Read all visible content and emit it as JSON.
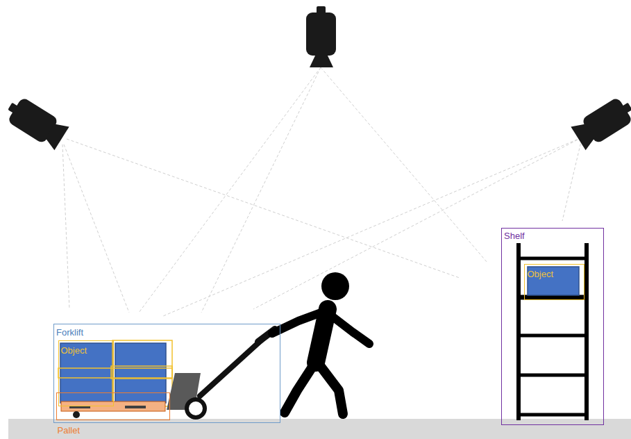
{
  "diagram": {
    "nodes": [
      {
        "text": [
          "Forklift"
        ]
      },
      {
        "text": [
          "Object"
        ],
        "in": 0
      },
      {
        "text": [
          "Pallet"
        ],
        "in": 0
      },
      {
        "text": [
          "Shelf"
        ]
      },
      {
        "text": [
          "Object"
        ],
        "in": 3
      }
    ]
  }
}
